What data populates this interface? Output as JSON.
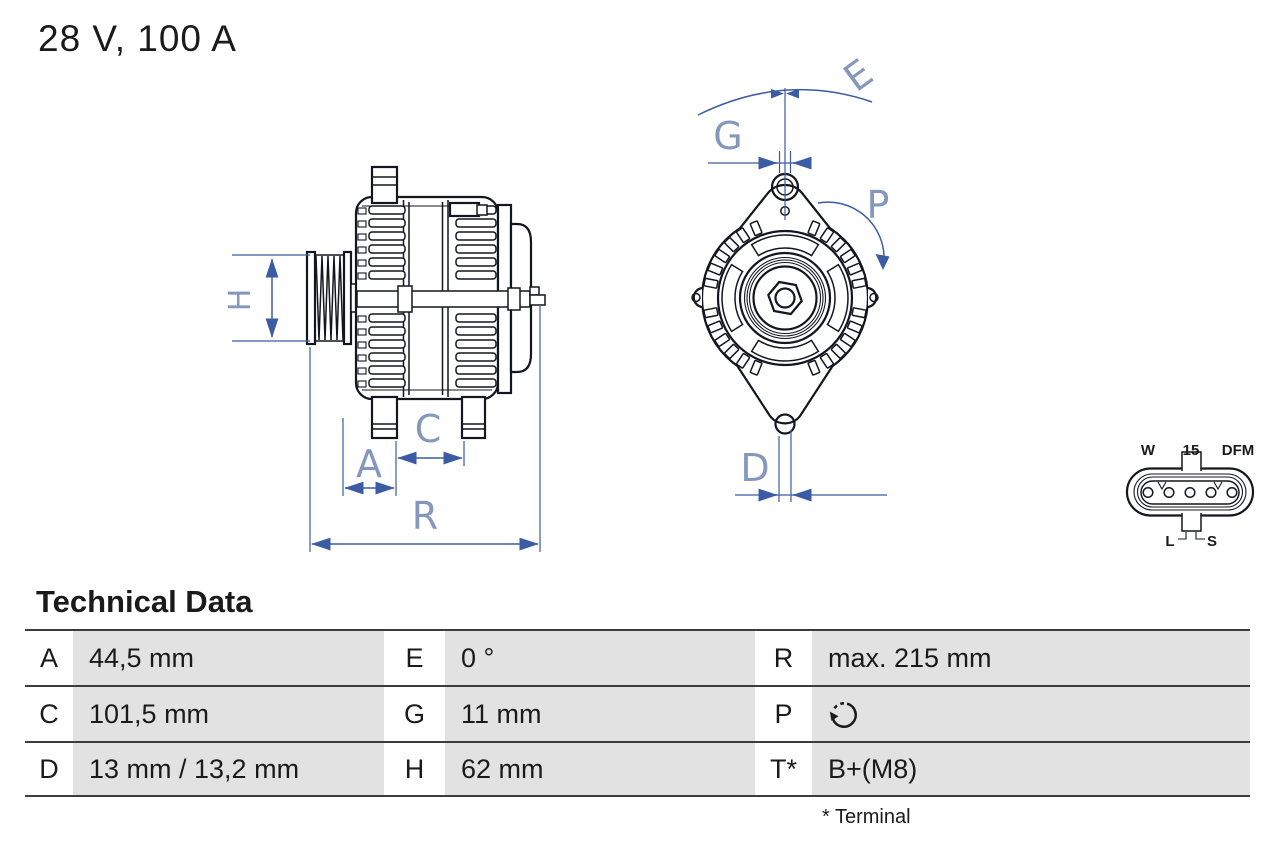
{
  "title": "28 V, 100 A",
  "colors": {
    "drawing": "#14161f",
    "dimension": "#3b5ca4",
    "dim_label": "#8498be",
    "table_border": "#3c3c3c",
    "cell_bg": "#e2e2e2",
    "text": "#1a1a1a"
  },
  "side_view": {
    "labels": {
      "H": "H",
      "A": "A",
      "C": "C",
      "R": "R"
    }
  },
  "front_view": {
    "labels": {
      "E": "E",
      "G": "G",
      "P": "P",
      "D": "D"
    }
  },
  "connector": {
    "top_labels": [
      "W",
      "15",
      "DFM"
    ],
    "bottom_labels": [
      "L",
      "S"
    ],
    "pin_count": 5
  },
  "table": {
    "heading": "Technical Data",
    "rows": [
      [
        {
          "key": "A",
          "value": "44,5 mm"
        },
        {
          "key": "E",
          "value": "0 °"
        },
        {
          "key": "R",
          "value": "max. 215 mm"
        }
      ],
      [
        {
          "key": "C",
          "value": "101,5 mm"
        },
        {
          "key": "G",
          "value": "11 mm"
        },
        {
          "key": "P",
          "value": "",
          "icon": "rotation-direction"
        }
      ],
      [
        {
          "key": "D",
          "value": "13 mm / 13,2 mm"
        },
        {
          "key": "H",
          "value": "62 mm"
        },
        {
          "key": "T*",
          "value": "B+(M8)"
        }
      ]
    ],
    "footnote": "* Terminal"
  }
}
